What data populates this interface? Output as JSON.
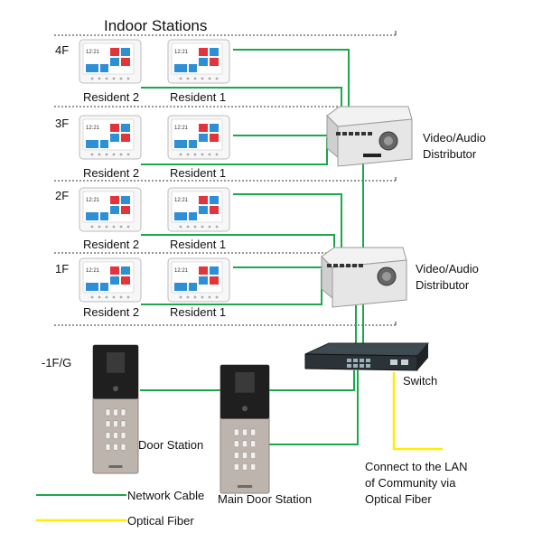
{
  "title": "Indoor Stations",
  "floors": [
    {
      "label": "4F",
      "residents": [
        "Resident 2",
        "Resident 1"
      ]
    },
    {
      "label": "3F",
      "residents": [
        "Resident 2",
        "Resident 1"
      ]
    },
    {
      "label": "2F",
      "residents": [
        "Resident 2",
        "Resident 1"
      ]
    },
    {
      "label": "1F",
      "residents": [
        "Resident 2",
        "Resident 1"
      ]
    }
  ],
  "basement_label": "-1F/G",
  "device_screen_time": "12:21",
  "distributors": [
    "Video/Audio Distributor",
    "Video/Audio Distributor"
  ],
  "distributor_upper": {
    "line1": "Video/Audio",
    "line2": "Distributor"
  },
  "distributor_lower": {
    "line1": "Video/Audio",
    "line2": "Distributor"
  },
  "switch_label": "Switch",
  "door_station_label": "Door Station",
  "main_door_station_label": "Main Door Station",
  "lan_note": {
    "line1": "Connect to the LAN",
    "line2": "of Community via",
    "line3": "Optical Fiber"
  },
  "legend": {
    "network": "Network Cable",
    "optical": "Optical Fiber"
  },
  "colors": {
    "network_cable": "#1aa84a",
    "optical_fiber": "#ffee00",
    "tile_blue": "#2d8fd6",
    "tile_red": "#e2343c"
  }
}
